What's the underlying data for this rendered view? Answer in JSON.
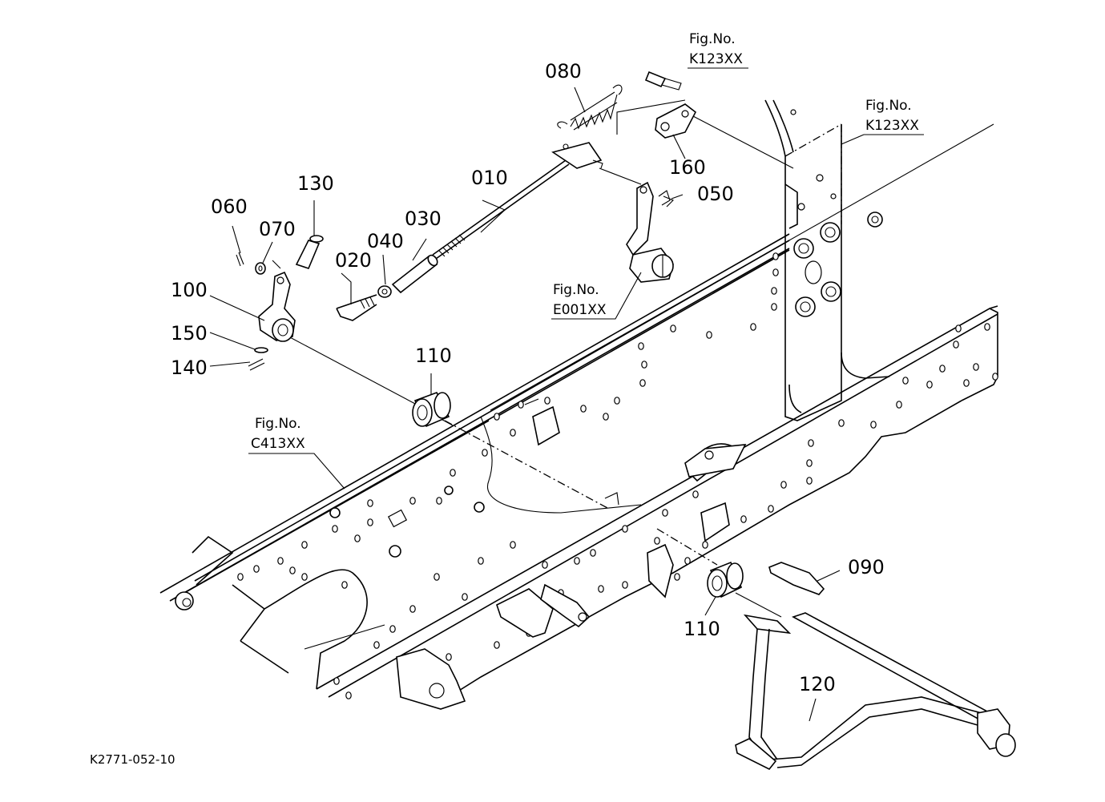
{
  "callouts": {
    "p010": "010",
    "p020": "020",
    "p030": "030",
    "p040": "040",
    "p050": "050",
    "p060": "060",
    "p070": "070",
    "p080": "080",
    "p090": "090",
    "p100": "100",
    "p110a": "110",
    "p110b": "110",
    "p120": "120",
    "p130": "130",
    "p140": "140",
    "p150": "150",
    "p160": "160"
  },
  "figure_refs": {
    "top": {
      "prefix": "Fig.No.",
      "code": "K123XX"
    },
    "right": {
      "prefix": "Fig.No.",
      "code": "K123XX"
    },
    "frame": {
      "prefix": "Fig.No.",
      "code": "C413XX"
    },
    "shaft": {
      "prefix": "Fig.No.",
      "code": "E001XX"
    }
  },
  "drawing_code": "K2771-052-10"
}
